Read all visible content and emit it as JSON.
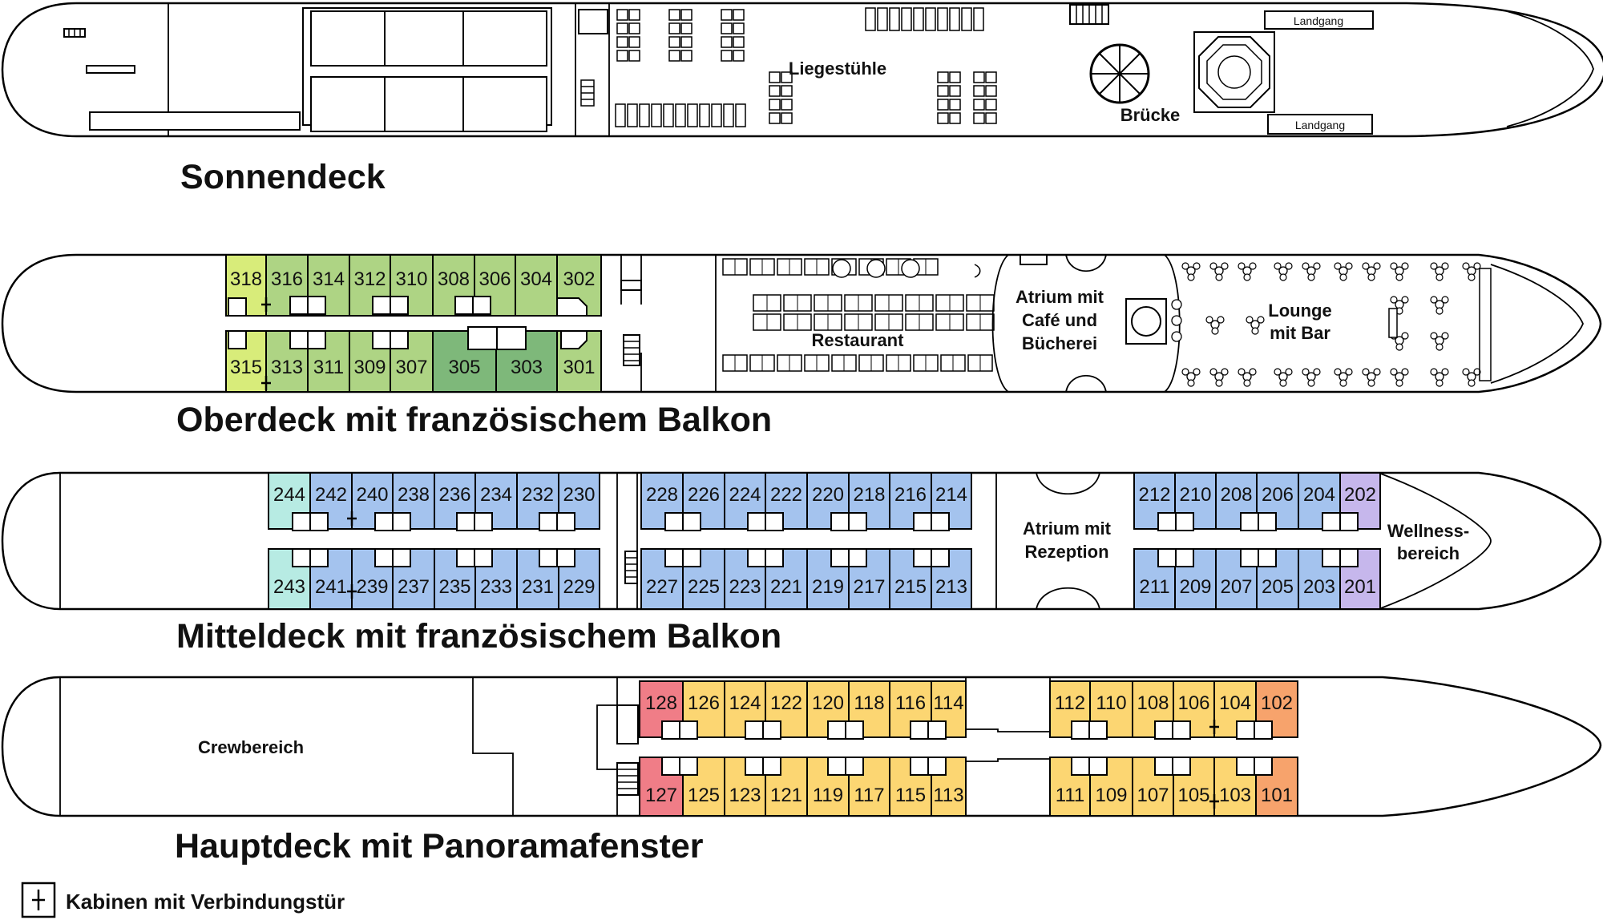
{
  "colors": {
    "green_light": "#d8ec7a",
    "green_mid": "#aed484",
    "green_dark": "#7eb87a",
    "blue_light": "#b7ebe3",
    "blue": "#a4c3ee",
    "purple": "#c6b7ec",
    "yellow": "#fcd672",
    "orange": "#f7a36c",
    "red": "#f07d87"
  },
  "decks": {
    "sonnendeck": {
      "title": "Sonnendeck",
      "liegestuehle": "Liegestühle",
      "bruecke": "Brücke",
      "landgang_top": "Landgang",
      "landgang_bottom": "Landgang"
    },
    "oberdeck": {
      "title": "Oberdeck mit französischem Balkon",
      "restaurant": "Restaurant",
      "atrium_lines": [
        "Atrium mit",
        "Café und",
        "Bücherei"
      ],
      "lounge_lines": [
        "Lounge",
        "mit Bar"
      ],
      "cabins_top": [
        {
          "num": "318",
          "color": "green_light"
        },
        {
          "num": "316",
          "color": "green_mid"
        },
        {
          "num": "314",
          "color": "green_mid"
        },
        {
          "num": "312",
          "color": "green_mid"
        },
        {
          "num": "310",
          "color": "green_mid"
        },
        {
          "num": "308",
          "color": "green_mid"
        },
        {
          "num": "306",
          "color": "green_mid"
        },
        {
          "num": "304",
          "color": "green_mid"
        },
        {
          "num": "302",
          "color": "green_mid"
        }
      ],
      "cabins_bottom": [
        {
          "num": "315",
          "color": "green_light"
        },
        {
          "num": "313",
          "color": "green_mid"
        },
        {
          "num": "311",
          "color": "green_mid"
        },
        {
          "num": "309",
          "color": "green_mid"
        },
        {
          "num": "307",
          "color": "green_mid"
        },
        {
          "num": "305",
          "color": "green_dark"
        },
        {
          "num": "303",
          "color": "green_dark"
        },
        {
          "num": "301",
          "color": "green_mid"
        }
      ]
    },
    "mitteldeck": {
      "title": "Mitteldeck mit französischem Balkon",
      "atrium_lines": [
        "Atrium mit",
        "Rezeption"
      ],
      "wellness_lines": [
        "Wellness-",
        "bereich"
      ],
      "cabins_top": [
        {
          "num": "244",
          "color": "blue_light"
        },
        {
          "num": "242",
          "color": "blue"
        },
        {
          "num": "240",
          "color": "blue"
        },
        {
          "num": "238",
          "color": "blue"
        },
        {
          "num": "236",
          "color": "blue"
        },
        {
          "num": "234",
          "color": "blue"
        },
        {
          "num": "232",
          "color": "blue"
        },
        {
          "num": "230",
          "color": "blue"
        },
        {
          "num": "228",
          "color": "blue"
        },
        {
          "num": "226",
          "color": "blue"
        },
        {
          "num": "224",
          "color": "blue"
        },
        {
          "num": "222",
          "color": "blue"
        },
        {
          "num": "220",
          "color": "blue"
        },
        {
          "num": "218",
          "color": "blue"
        },
        {
          "num": "216",
          "color": "blue"
        },
        {
          "num": "214",
          "color": "blue"
        },
        {
          "num": "212",
          "color": "blue"
        },
        {
          "num": "210",
          "color": "blue"
        },
        {
          "num": "208",
          "color": "blue"
        },
        {
          "num": "206",
          "color": "blue"
        },
        {
          "num": "204",
          "color": "blue"
        },
        {
          "num": "202",
          "color": "purple"
        }
      ],
      "cabins_bottom": [
        {
          "num": "243",
          "color": "blue_light"
        },
        {
          "num": "241",
          "color": "blue"
        },
        {
          "num": "239",
          "color": "blue"
        },
        {
          "num": "237",
          "color": "blue"
        },
        {
          "num": "235",
          "color": "blue"
        },
        {
          "num": "233",
          "color": "blue"
        },
        {
          "num": "231",
          "color": "blue"
        },
        {
          "num": "229",
          "color": "blue"
        },
        {
          "num": "227",
          "color": "blue"
        },
        {
          "num": "225",
          "color": "blue"
        },
        {
          "num": "223",
          "color": "blue"
        },
        {
          "num": "221",
          "color": "blue"
        },
        {
          "num": "219",
          "color": "blue"
        },
        {
          "num": "217",
          "color": "blue"
        },
        {
          "num": "215",
          "color": "blue"
        },
        {
          "num": "213",
          "color": "blue"
        },
        {
          "num": "211",
          "color": "blue"
        },
        {
          "num": "209",
          "color": "blue"
        },
        {
          "num": "207",
          "color": "blue"
        },
        {
          "num": "205",
          "color": "blue"
        },
        {
          "num": "203",
          "color": "blue"
        },
        {
          "num": "201",
          "color": "purple"
        }
      ]
    },
    "hauptdeck": {
      "title": "Hauptdeck mit Panoramafenster",
      "crew": "Crewbereich",
      "cabins_top": [
        {
          "num": "128",
          "color": "red"
        },
        {
          "num": "126",
          "color": "yellow"
        },
        {
          "num": "124",
          "color": "yellow"
        },
        {
          "num": "122",
          "color": "yellow"
        },
        {
          "num": "120",
          "color": "yellow"
        },
        {
          "num": "118",
          "color": "yellow"
        },
        {
          "num": "116",
          "color": "yellow"
        },
        {
          "num": "114",
          "color": "yellow"
        },
        {
          "num": "112",
          "color": "yellow"
        },
        {
          "num": "110",
          "color": "yellow"
        },
        {
          "num": "108",
          "color": "yellow"
        },
        {
          "num": "106",
          "color": "yellow"
        },
        {
          "num": "104",
          "color": "yellow"
        },
        {
          "num": "102",
          "color": "orange"
        }
      ],
      "cabins_bottom": [
        {
          "num": "127",
          "color": "red"
        },
        {
          "num": "125",
          "color": "yellow"
        },
        {
          "num": "123",
          "color": "yellow"
        },
        {
          "num": "121",
          "color": "yellow"
        },
        {
          "num": "119",
          "color": "yellow"
        },
        {
          "num": "117",
          "color": "yellow"
        },
        {
          "num": "115",
          "color": "yellow"
        },
        {
          "num": "113",
          "color": "yellow"
        },
        {
          "num": "111",
          "color": "yellow"
        },
        {
          "num": "109",
          "color": "yellow"
        },
        {
          "num": "107",
          "color": "yellow"
        },
        {
          "num": "105",
          "color": "yellow"
        },
        {
          "num": "103",
          "color": "yellow"
        },
        {
          "num": "101",
          "color": "orange"
        }
      ]
    }
  },
  "legend": {
    "text": "Kabinen mit Verbindungstür",
    "icon": "connecting-door-icon"
  }
}
